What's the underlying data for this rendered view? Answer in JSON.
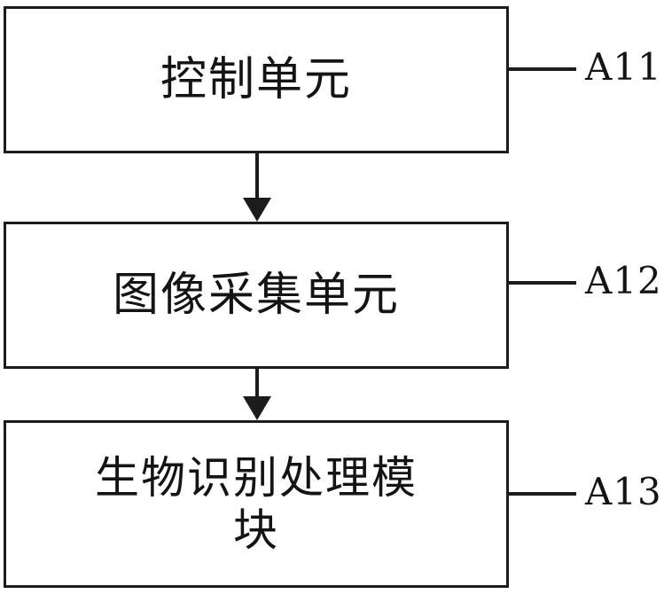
{
  "diagram": {
    "type": "block-flow-diagram",
    "orientation": "vertical-top-to-bottom",
    "background_color": "#ffffff",
    "line_color": "#1c1c1c",
    "text_color": "#141414",
    "nodes": [
      {
        "id": "A11",
        "label": "控制单元",
        "reference_number": "A11"
      },
      {
        "id": "A12",
        "label": "图像采集单元",
        "reference_number": "A12"
      },
      {
        "id": "A13",
        "label": "生物识别处理模\n块",
        "reference_number": "A13"
      }
    ],
    "connectors": [
      {
        "from": "A11",
        "to": "A12",
        "style": "solid-arrow-down"
      },
      {
        "from": "A12",
        "to": "A13",
        "style": "solid-arrow-down"
      }
    ]
  }
}
